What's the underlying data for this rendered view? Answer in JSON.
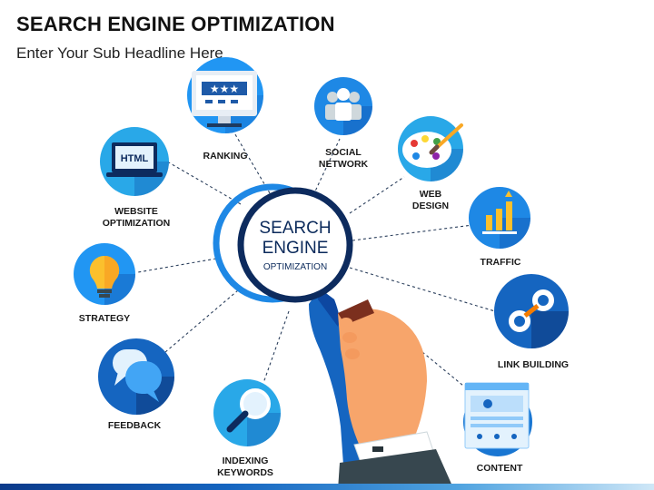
{
  "header": {
    "title": "SEARCH ENGINE OPTIMIZATION",
    "subtitle": "Enter Your Sub Headline Here"
  },
  "center": {
    "line1": "SEARCH",
    "line2": "ENGINE",
    "line3": "OPTIMIZATION"
  },
  "nodes": [
    {
      "id": "ranking",
      "label": "RANKING",
      "icon": "ranking-monitor-icon",
      "color": "#2196f3"
    },
    {
      "id": "social-network",
      "label": "SOCIAL\nNETWORK",
      "icon": "people-group-icon",
      "color": "#1e88e5"
    },
    {
      "id": "web-design",
      "label": "WEB\nDESIGN",
      "icon": "paint-palette-icon",
      "color": "#29a8e8"
    },
    {
      "id": "traffic",
      "label": "TRAFFIC",
      "icon": "bar-chart-icon",
      "color": "#1e88e5"
    },
    {
      "id": "link-building",
      "label": "LINK BUILDING",
      "icon": "chain-link-icon",
      "color": "#1565c0"
    },
    {
      "id": "content",
      "label": "CONTENT",
      "icon": "webpage-content-icon",
      "color": "#1976d2"
    },
    {
      "id": "indexing-keywords",
      "label": "INDEXING\nKEYWORDS",
      "icon": "magnifier-icon",
      "color": "#29a8e8"
    },
    {
      "id": "feedback",
      "label": "FEEDBACK",
      "icon": "chat-bubbles-icon",
      "color": "#1565c0"
    },
    {
      "id": "strategy",
      "label": "STRATEGY",
      "icon": "lightbulb-icon",
      "color": "#2196f3"
    },
    {
      "id": "website-optimization",
      "label": "WEBSITE\nOPTIMIZATION",
      "icon": "html-laptop-icon",
      "color": "#29a8e8"
    }
  ]
}
